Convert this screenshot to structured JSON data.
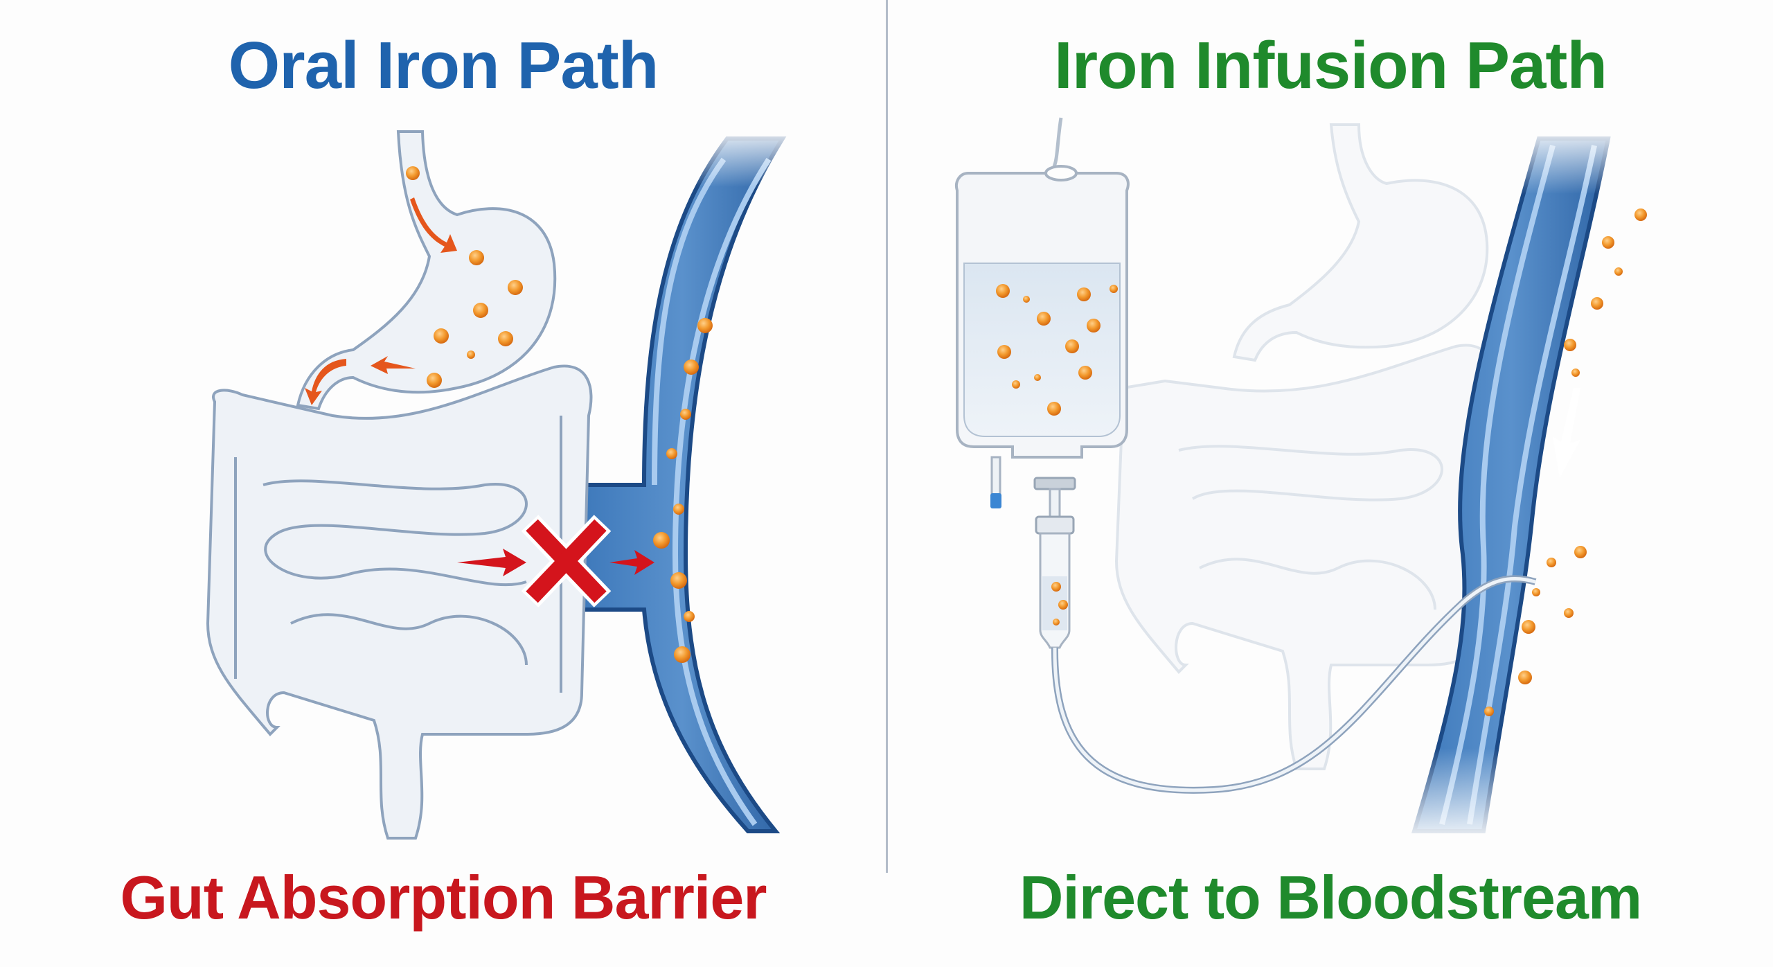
{
  "figure": {
    "left_panel": {
      "title": "Oral Iron Path",
      "caption": "Gut Absorption Barrier",
      "title_color": "#1f63ad",
      "caption_color": "#c8171e",
      "elements": [
        "esophagus",
        "stomach",
        "small-intestine",
        "large-intestine",
        "blocked-absorption-x",
        "blood-vessel",
        "iron-particles"
      ]
    },
    "right_panel": {
      "title": "Iron Infusion Path",
      "caption": "Direct to Bloodstream",
      "title_color": "#1f8a2c",
      "caption_color": "#1f8a2c",
      "elements": [
        "iv-bag",
        "drip-chamber",
        "iv-tubing",
        "faded-digestive-tract",
        "blood-vessel",
        "flow-arrow",
        "iron-particles"
      ]
    },
    "colors": {
      "iron_particle": "#f08a24",
      "vessel_blue": "#2f6cb0",
      "vessel_light": "#9cc3e8",
      "organ_fill": "#eef2f7",
      "organ_stroke": "#8ea3bd",
      "barrier_red": "#d4141c",
      "flow_arrow_orange": "#e5561c",
      "divider": "#b3bcc9"
    }
  }
}
